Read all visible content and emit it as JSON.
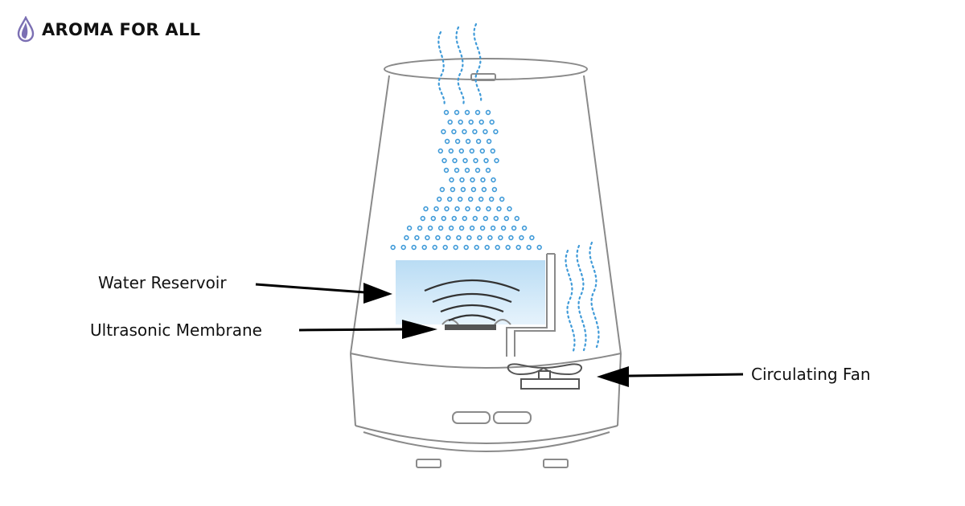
{
  "brand": {
    "name": "AROMA FOR ALL",
    "icon": "drop-icon",
    "icon_color": "#7b6fb3"
  },
  "diagram": {
    "labels": {
      "reservoir": "Water Reservoir",
      "membrane": "Ultrasonic Membrane",
      "fan": "Circulating Fan"
    }
  },
  "colors": {
    "mist": "#3f9ad8",
    "water": "#cde6f7",
    "outline": "#8a8a8a",
    "arrow": "#000000"
  }
}
